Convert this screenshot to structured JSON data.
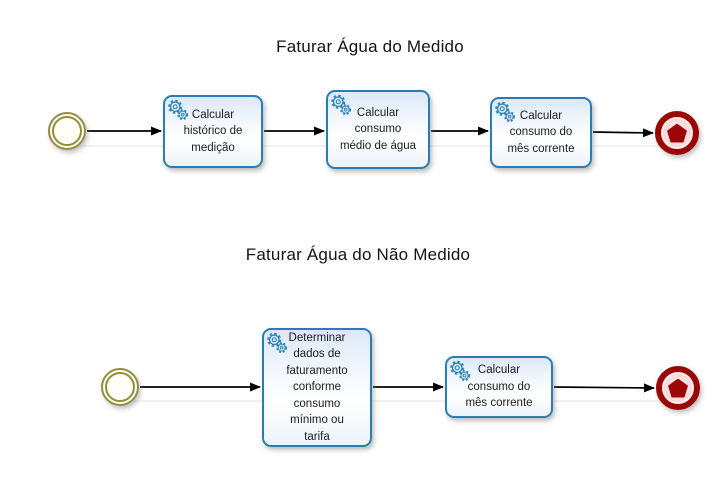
{
  "colors": {
    "task_border": "#2a7db2",
    "task_fill": "#edf3fb",
    "gear_blue": "#2e86b8",
    "start_event_olive": "#938d42",
    "end_event_red": "#9b0606",
    "connector": "#000000"
  },
  "icons": {
    "service_task": "gear-icon",
    "start_event": "double-circle",
    "end_event_marker": "pentagon"
  },
  "processes": [
    {
      "title": "Faturar Água do Medido",
      "tasks": [
        {
          "label": "Calcular\nhistórico de\nmedição"
        },
        {
          "label": "Calcular\nconsumo\nmédio de água"
        },
        {
          "label": "Calcular\nconsumo do\nmês corrente"
        }
      ]
    },
    {
      "title": "Faturar Água do Não Medido",
      "tasks": [
        {
          "label": "Determinar\ndados de\nfaturamento\nconforme\nconsumo\nmínimo ou\ntarifa"
        },
        {
          "label": "Calcular\nconsumo do\nmês corrente"
        }
      ]
    }
  ]
}
